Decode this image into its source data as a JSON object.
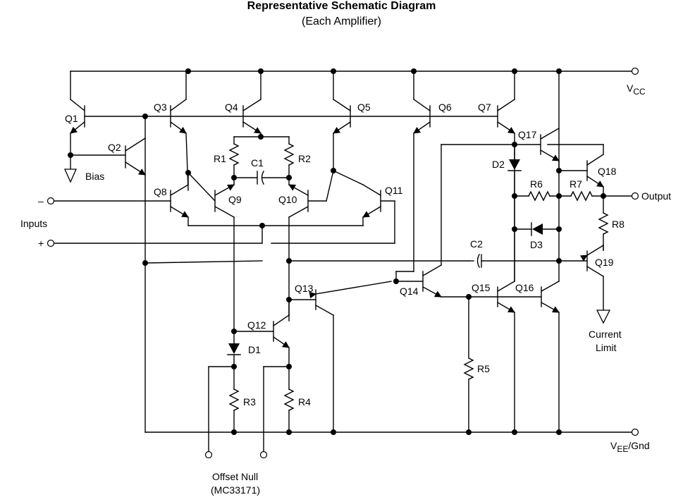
{
  "title": "Representative Schematic Diagram",
  "subtitle": "(Each Amplifier)",
  "transistors": [
    {
      "label": "Q1"
    },
    {
      "label": "Q2"
    },
    {
      "label": "Q3"
    },
    {
      "label": "Q4"
    },
    {
      "label": "Q5"
    },
    {
      "label": "Q6"
    },
    {
      "label": "Q7"
    },
    {
      "label": "Q8"
    },
    {
      "label": "Q9"
    },
    {
      "label": "Q10"
    },
    {
      "label": "Q11"
    },
    {
      "label": "Q12"
    },
    {
      "label": "Q13"
    },
    {
      "label": "Q14"
    },
    {
      "label": "Q15"
    },
    {
      "label": "Q16"
    },
    {
      "label": "Q17"
    },
    {
      "label": "Q18"
    },
    {
      "label": "Q19"
    }
  ],
  "resistors": [
    {
      "label": "R1"
    },
    {
      "label": "R2"
    },
    {
      "label": "R3"
    },
    {
      "label": "R4"
    },
    {
      "label": "R5"
    },
    {
      "label": "R6"
    },
    {
      "label": "R7"
    },
    {
      "label": "R8"
    }
  ],
  "capacitors": [
    {
      "label": "C1"
    },
    {
      "label": "C2"
    }
  ],
  "diodes": [
    {
      "label": "D1"
    },
    {
      "label": "D2"
    },
    {
      "label": "D3"
    }
  ],
  "terminals": {
    "vcc": "V",
    "vcc_sub": "CC",
    "vee": "V",
    "vee_sub": "EE",
    "vee_suffix": "/Gnd",
    "output": "Output",
    "inputs": "Inputs",
    "minus": "–",
    "plus": "+",
    "bias": "Bias",
    "current_limit_1": "Current",
    "current_limit_2": "Limit",
    "offset_null_1": "Offset Null",
    "offset_null_2": "(MC33171)"
  }
}
